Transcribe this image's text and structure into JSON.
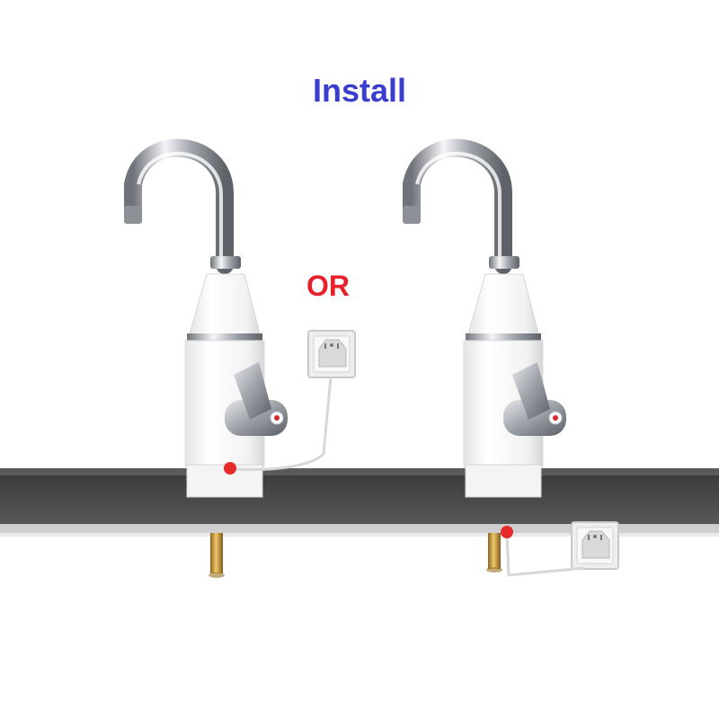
{
  "title": "Install",
  "or_label": "OR",
  "colors": {
    "title": "#3a3ecf",
    "or": "#e8202a",
    "counter": "#4a4a4a",
    "counter_edge": "#c9c9c9",
    "power_dot": "#e82a2a",
    "faucet_body": "#f6f6f6",
    "chrome": "#b9bcc2",
    "brass": "#c9952f"
  },
  "options": [
    {
      "name": "socket-above-counter"
    },
    {
      "name": "socket-below-counter"
    }
  ]
}
